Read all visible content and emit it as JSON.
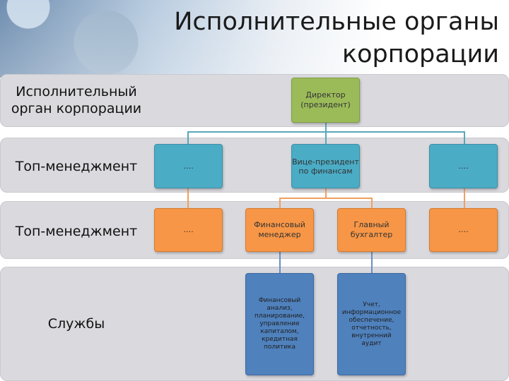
{
  "title": "Исполнительные органы корпорации",
  "bands": [
    {
      "label": "Исполнительный орган корпорации"
    },
    {
      "label": "Топ-менеджмент"
    },
    {
      "label": "Топ-менеджмент"
    },
    {
      "label": "Службы"
    }
  ],
  "boxes": {
    "director": "Директор (президент)",
    "vp_left": "….",
    "vp_finance": "Вице-президент по финансам",
    "vp_right": "….",
    "mgr_left": "….",
    "fin_manager": "Финансовый менеджер",
    "chief_accountant": "Главный бухгалтер",
    "mgr_right": "….",
    "fin_services": "Финансовый анализ, планирование, управление капиталом, кредитная политика",
    "accounting_services": "Учет, информационное обеспечение, отчетность, внутренний аудит"
  },
  "colors": {
    "band": "#d9d9de",
    "director": "#9bbb59",
    "top_mgmt": "#4bacc6",
    "managers": "#f79646",
    "services": "#4f81bd"
  }
}
